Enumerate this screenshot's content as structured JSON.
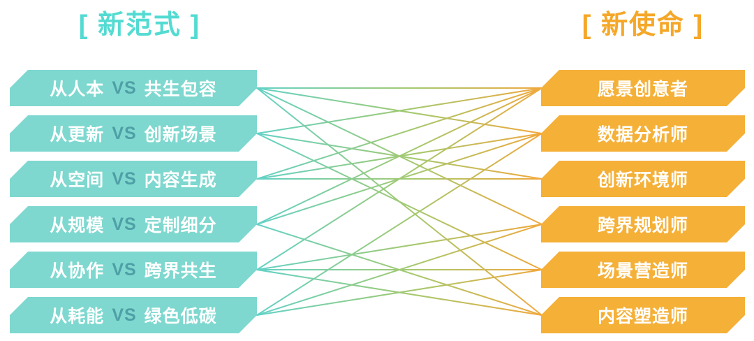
{
  "headers": {
    "left": "[ 新范式 ]",
    "right": "[ 新使命 ]"
  },
  "left": {
    "items": [
      {
        "pre": "从人本",
        "vs": "VS",
        "post": "共生包容"
      },
      {
        "pre": "从更新",
        "vs": "VS",
        "post": "创新场景"
      },
      {
        "pre": "从空间",
        "vs": "VS",
        "post": "内容生成"
      },
      {
        "pre": "从规模",
        "vs": "VS",
        "post": "定制细分"
      },
      {
        "pre": "从协作",
        "vs": "VS",
        "post": "跨界共生"
      },
      {
        "pre": "从耗能",
        "vs": "VS",
        "post": "绿色低碳"
      }
    ]
  },
  "right": {
    "items": [
      {
        "label": "愿景创意者"
      },
      {
        "label": "数据分析师"
      },
      {
        "label": "创新环境师"
      },
      {
        "label": "跨界规划师"
      },
      {
        "label": "场景营造师"
      },
      {
        "label": "内容塑造师"
      }
    ]
  },
  "connections": [
    [
      0,
      0
    ],
    [
      0,
      1
    ],
    [
      0,
      3
    ],
    [
      0,
      5
    ],
    [
      1,
      0
    ],
    [
      1,
      2
    ],
    [
      1,
      4
    ],
    [
      2,
      0
    ],
    [
      2,
      1
    ],
    [
      2,
      2
    ],
    [
      3,
      0
    ],
    [
      3,
      1
    ],
    [
      3,
      5
    ],
    [
      4,
      0
    ],
    [
      4,
      3
    ],
    [
      4,
      4
    ],
    [
      4,
      5
    ],
    [
      5,
      1
    ],
    [
      5,
      3
    ],
    [
      5,
      4
    ]
  ],
  "colors": {
    "teal_header": "#53dbd2",
    "teal_box": "#7ed8cf",
    "vs_text": "#4f9fa6",
    "orange_header": "#f5a728",
    "orange_box": "#f5b038",
    "line_teal": "#62d2c7",
    "line_green": "#a5c96e",
    "line_orange": "#f1a83c"
  }
}
